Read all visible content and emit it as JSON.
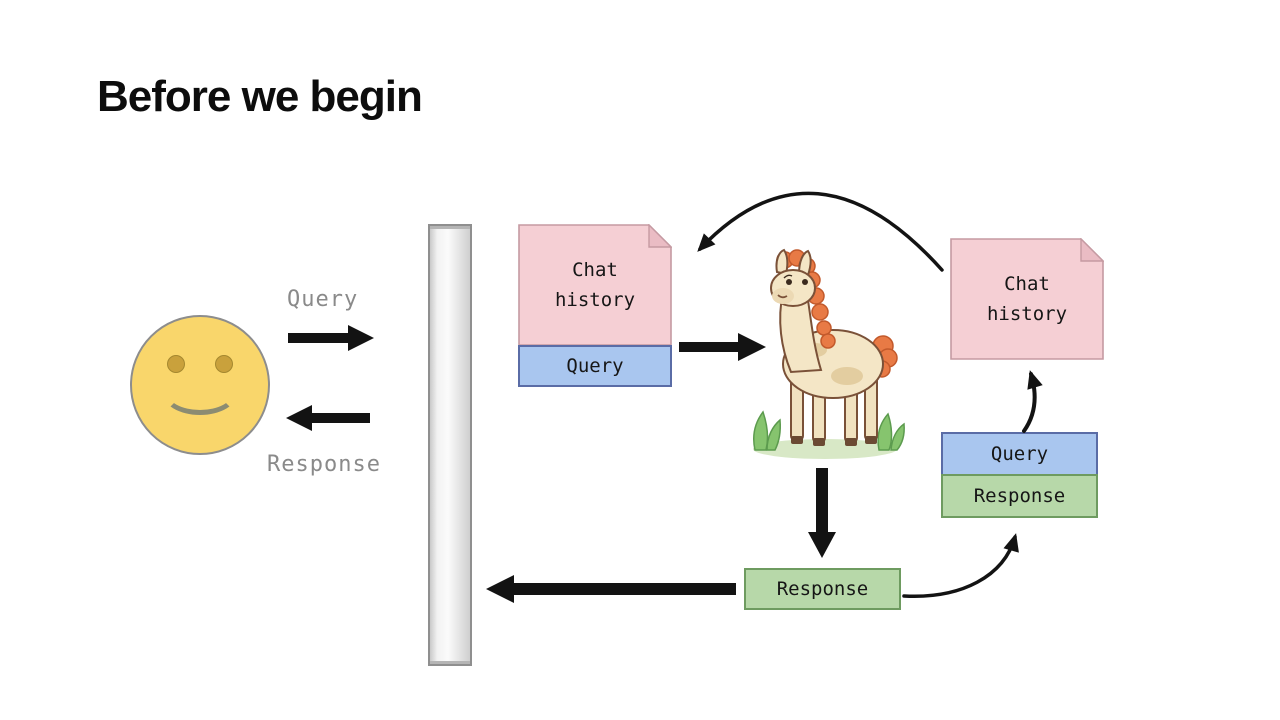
{
  "slide": {
    "title": "Before we begin"
  },
  "user": {
    "query_label": "Query",
    "response_label": "Response"
  },
  "left_note": {
    "title": "Chat\nhistory",
    "query_label": "Query"
  },
  "right_note": {
    "title": "Chat\nhistory"
  },
  "stack": {
    "query_label": "Query",
    "response_label": "Response"
  },
  "bottom_response": {
    "label": "Response"
  },
  "figures": {
    "user": "smiley-face",
    "model": "llama-cartoon",
    "barrier": "vertical-wall"
  },
  "colors": {
    "note_pink": "#f5cfd4",
    "note_pink_border": "#c59aa2",
    "query_blue": "#a9c6ef",
    "query_blue_border": "#5a6ca6",
    "response_green": "#b7d8a9",
    "response_green_border": "#6e9b60",
    "smiley_yellow": "#f9d66b",
    "arrow_black": "#131313",
    "label_gray": "#8a8a8a"
  }
}
